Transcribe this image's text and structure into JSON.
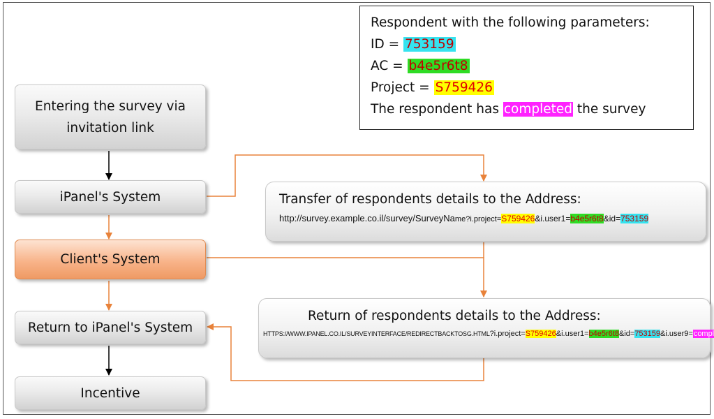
{
  "legend": {
    "title": "Respondent with the following parameters:",
    "id_label": "ID = ",
    "id_value": "753159",
    "ac_label": "AC = ",
    "ac_value": "b4e5r6t8",
    "project_label": "Project = ",
    "project_value": "S759426",
    "status_prefix": "The respondent has ",
    "status_value": "completed",
    "status_suffix": " the survey"
  },
  "flow": {
    "entering": "Entering the survey via invitation link",
    "ipanel": "iPanel's System",
    "client": "Client's System",
    "return": "Return to iPanel's System",
    "incentive": "Incentive"
  },
  "transfer": {
    "heading": "Transfer of respondents details to the Address:",
    "url_base": "http://survey.example.co.il/survey/SurveyNa",
    "url_rest": "me?i.project=",
    "project": "S759426",
    "user1_key": "&i.user1=",
    "user1": "b4e5r6t8",
    "id_key": "&id=",
    "id": "753159"
  },
  "return_addr": {
    "heading": "Return of respondents details to the Address:",
    "url_base": "HTTPS://WWW.IPANEL.CO.IL/SURVEYINTERFACE/REDIRECTBACKTOSG.HTML",
    "project_key": "?i.project=",
    "project": "S759426",
    "user1_key": "&i.user1=",
    "user1": "b4e5r6t8",
    "id_key": "&id=",
    "id": "753159",
    "user9_key": "&i.user9=",
    "user9": "complet"
  },
  "colors": {
    "arrow_orange": "#e8823a",
    "arrow_black": "#000000",
    "highlight_cyan": "#35e3ef",
    "highlight_green": "#2fdc25",
    "highlight_yellow": "#ffff00",
    "highlight_magenta": "#ff22ff"
  }
}
